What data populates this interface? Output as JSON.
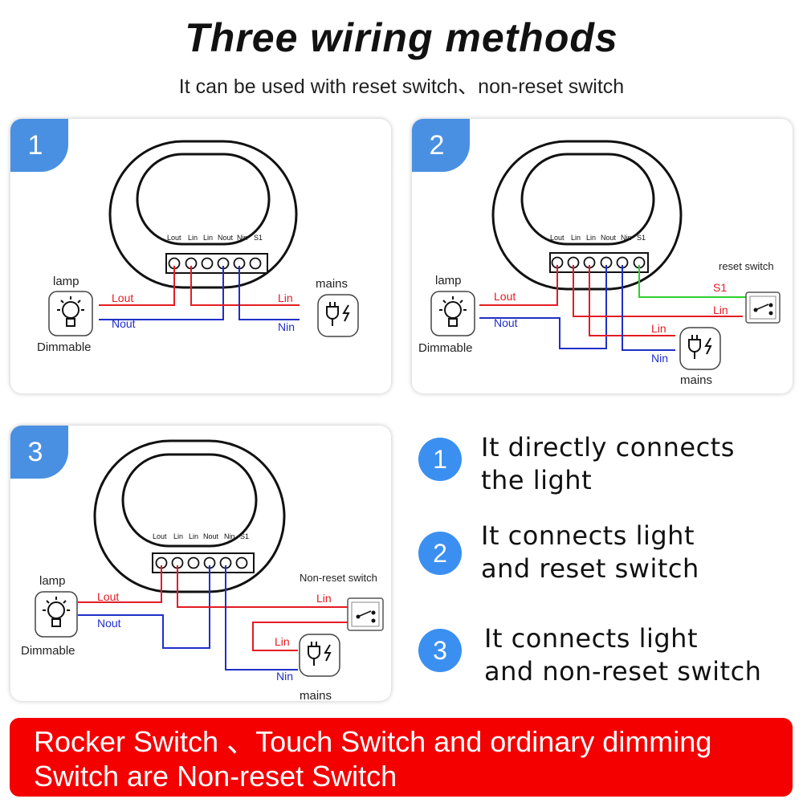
{
  "title": "Three wiring methods",
  "subtitle": "It can be used with reset switch、non-reset switch",
  "terminals": [
    "Lout",
    "Lin",
    "Lin",
    "Nout",
    "Nin",
    "S1"
  ],
  "panels": [
    {
      "number": "1",
      "lamp": "lamp",
      "dimmable": "Dimmable",
      "mains": "mains",
      "wires": {
        "lout": "Lout",
        "nout": "Nout",
        "lin": "Lin",
        "nin": "Nin"
      }
    },
    {
      "number": "2",
      "lamp": "lamp",
      "dimmable": "Dimmable",
      "mains": "mains",
      "switch": "reset switch",
      "wires": {
        "lout": "Lout",
        "nout": "Nout",
        "s1": "S1",
        "lin1": "Lin",
        "lin2": "Lin",
        "nin": "Nin"
      }
    },
    {
      "number": "3",
      "lamp": "lamp",
      "dimmable": "Dimmable",
      "mains": "mains",
      "switch": "Non-reset switch",
      "wires": {
        "lout": "Lout",
        "nout": "Nout",
        "lin1": "Lin",
        "lin2": "Lin",
        "nin": "Nin"
      }
    }
  ],
  "descriptions": [
    {
      "number": "1",
      "line1": "It directly connects",
      "line2": "the light"
    },
    {
      "number": "2",
      "line1": "It connects light",
      "line2": "and reset switch"
    },
    {
      "number": "3",
      "line1": "It connects light",
      "line2": "and non-reset switch"
    }
  ],
  "banner": {
    "line1": "Rocker Switch 、Touch Switch and ordinary dimming",
    "line2": "Switch are Non-reset Switch"
  },
  "colors": {
    "accent": "#4a90e2",
    "red_wire": "#e31c23",
    "blue_wire": "#1f2fc8",
    "green_wire": "#2bd12b",
    "banner": "#f40000"
  }
}
